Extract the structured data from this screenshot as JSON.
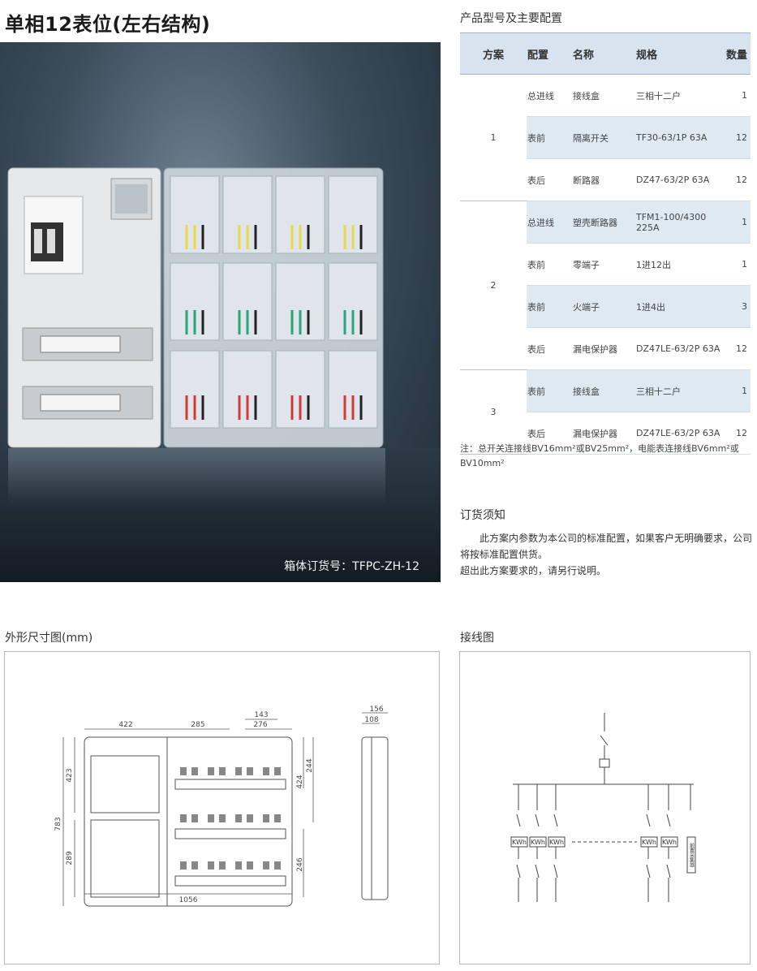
{
  "title": "单相12表位(左右结构)",
  "photo": {
    "caption": "箱体订货号：TFPC-ZH-12"
  },
  "config": {
    "heading": "产品型号及主要配置",
    "headers": [
      "方案",
      "配置",
      "名称",
      "规格",
      "数量"
    ],
    "plans": [
      {
        "plan": "1",
        "rows": [
          [
            "总进线",
            "接线盒",
            "三相十二户",
            "1"
          ],
          [
            "表前",
            "隔离开关",
            "TF30-63/1P 63A",
            "12"
          ],
          [
            "表后",
            "断路器",
            "DZ47-63/2P 63A",
            "12"
          ]
        ]
      },
      {
        "plan": "2",
        "rows": [
          [
            "总进线",
            "塑壳断路器",
            "TFM1-100/4300 225A",
            "1"
          ],
          [
            "表前",
            "零端子",
            "1进12出",
            "1"
          ],
          [
            "表前",
            "火端子",
            "1进4出",
            "3"
          ],
          [
            "表后",
            "漏电保护器",
            "DZ47LE-63/2P 63A",
            "12"
          ]
        ]
      },
      {
        "plan": "3",
        "rows": [
          [
            "表前",
            "接线盒",
            "三相十二户",
            "1"
          ],
          [
            "表后",
            "漏电保护器",
            "DZ47LE-63/2P 63A",
            "12"
          ]
        ]
      }
    ],
    "note": "注：总开关连接线BV16mm²或BV25mm²，电能表连接线BV6mm²或BV10mm²"
  },
  "order": {
    "heading": "订货须知",
    "line1": "此方案内参数为本公司的标准配置，如果客户无明确要求，公司将按标准配置供货。",
    "line2": "超出此方案要求的，请另行说明。"
  },
  "dimensions": {
    "heading": "外形尺寸图(mm)",
    "labels": {
      "w422": "422",
      "w285": "285",
      "w143": "143",
      "w276": "276",
      "w1056": "1056",
      "h783": "783",
      "h423": "423",
      "h289": "289",
      "h244": "244",
      "h424": "424",
      "h246": "246",
      "d156": "156",
      "d108": "108"
    }
  },
  "wiring": {
    "heading": "接线图",
    "meter_label": "KWh",
    "collector_label": "前置采集器"
  },
  "colors": {
    "header_bg": "#d7e3ee",
    "row_alt": "#dfe9f2",
    "rule": "#9fb4c7"
  }
}
